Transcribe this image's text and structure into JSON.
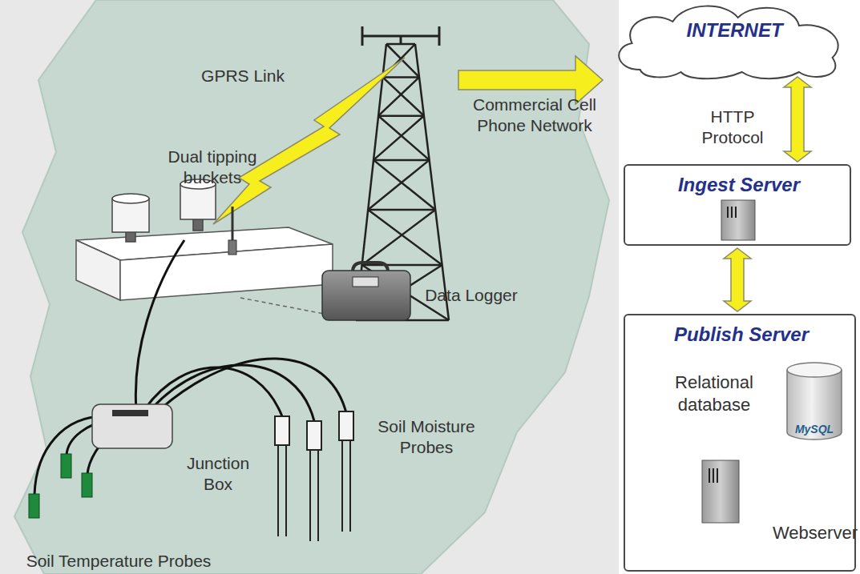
{
  "diagram": {
    "nodes": [
      {
        "text": [
          "INTERNET"
        ]
      },
      {
        "text": [
          "Ingest Server"
        ]
      },
      {
        "text": [
          "Publish Server",
          "Relational database",
          "Webserver"
        ]
      }
    ],
    "edges": [
      {
        "from": 0,
        "to": 1,
        "arrow": "both",
        "label": "HTTP Protocol"
      },
      {
        "from": 1,
        "to": 2,
        "arrow": "both"
      }
    ],
    "labels": [
      "GPRS Link",
      "Commercial Cell Phone Network",
      "Dual tipping buckets",
      "Data Logger",
      "Junction Box",
      "Soil Moisture Probes",
      "Soil Temperature Probes",
      "MySQL"
    ]
  }
}
